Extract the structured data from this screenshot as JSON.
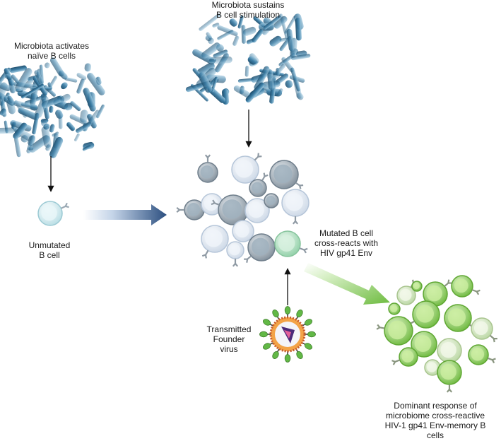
{
  "labels": {
    "microbiota_activates": [
      "Microbiota activates",
      "naïve B cells"
    ],
    "microbiota_sustains": [
      "Microbiota sustains",
      "B cell stimulation"
    ],
    "unmutated": [
      "Unmutated",
      "B cell"
    ],
    "mutated": [
      "Mutated B cell",
      "cross-reacts with",
      "HIV gp41 Env"
    ],
    "transmitted": [
      "Transmitted",
      "Founder",
      "virus"
    ],
    "dominant": [
      "Dominant response of",
      "microbiome cross-reactive",
      "HIV-1 gp41 Env-memory B",
      "cells"
    ]
  },
  "colors": {
    "bacteria": "#2f6e96",
    "naive_cell": "#cfe9ee",
    "grey_cell": "#a7b2bc",
    "pale_cell": "#dde6f1",
    "mutated_cell": "#b9e0c8",
    "green_cell": "#8fcf55",
    "flow_arrow": "#2c4f80",
    "green_arrow": "#7ec64f",
    "virus_spike": "#62b846"
  }
}
